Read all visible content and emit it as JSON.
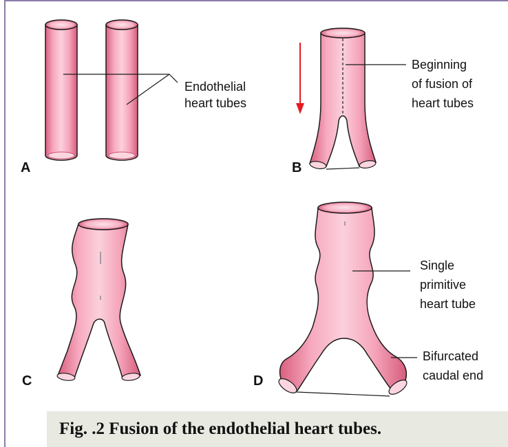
{
  "panels": {
    "a": {
      "letter": "A",
      "callout_line1": "Endothelial",
      "callout_line2": "heart tubes"
    },
    "b": {
      "letter": "B",
      "callout_line1": "Beginning",
      "callout_line2": "of fusion of",
      "callout_line3": "heart tubes"
    },
    "c": {
      "letter": "C"
    },
    "d": {
      "letter": "D",
      "callout1_line1": "Single",
      "callout1_line2": "primitive",
      "callout1_line3": "heart tube",
      "callout2_line1": "Bifurcated",
      "callout2_line2": "caudal end"
    }
  },
  "caption": "Fig. .2 Fusion of the endothelial heart tubes.",
  "colors": {
    "tube_fill": "#f4b0c2",
    "tube_edge": "#1a1a1a",
    "arrow": "#e31b23",
    "caption_bg": "#e8eae2",
    "frame": "#8b7aa8"
  }
}
